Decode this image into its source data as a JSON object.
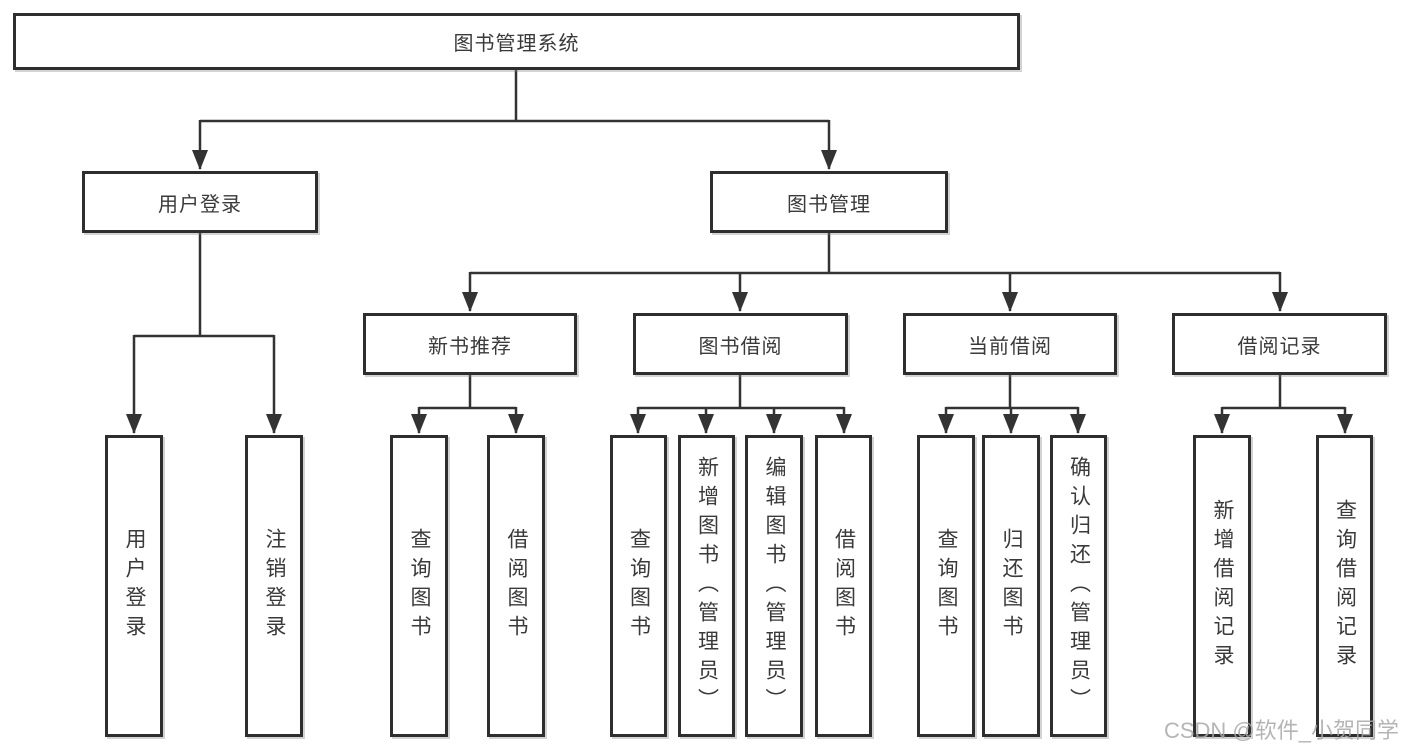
{
  "diagram": {
    "watermark": "CSDN @软件_小贺同学",
    "colors": {
      "line": "#333333",
      "box_border": "#2e2e2e",
      "text": "#3a3a3a",
      "watermark": "#a8a8a8",
      "background": "#ffffff"
    },
    "nodes": {
      "root": "图书管理系统",
      "user_login": "用户登录",
      "book_management": "图书管理",
      "new_book_recommend": "新书推荐",
      "book_borrow": "图书借阅",
      "current_borrow": "当前借阅",
      "borrow_records": "借阅记录",
      "ul_user_login": "用户登录",
      "ul_logout": "注销登录",
      "nr_query_book": "查询图书",
      "nr_borrow_book": "借阅图书",
      "bb_query_book": "查询图书",
      "bb_add_book": "新增图书（管理员）",
      "bb_edit_book": "编辑图书（管理员）",
      "bb_borrow_book": "借阅图书",
      "cb_query_book": "查询图书",
      "cb_return_book": "归还图书",
      "cb_confirm_return": "确认归还（管理员）",
      "br_add_record": "新增借阅记录",
      "br_query_record": "查询借阅记录"
    }
  }
}
